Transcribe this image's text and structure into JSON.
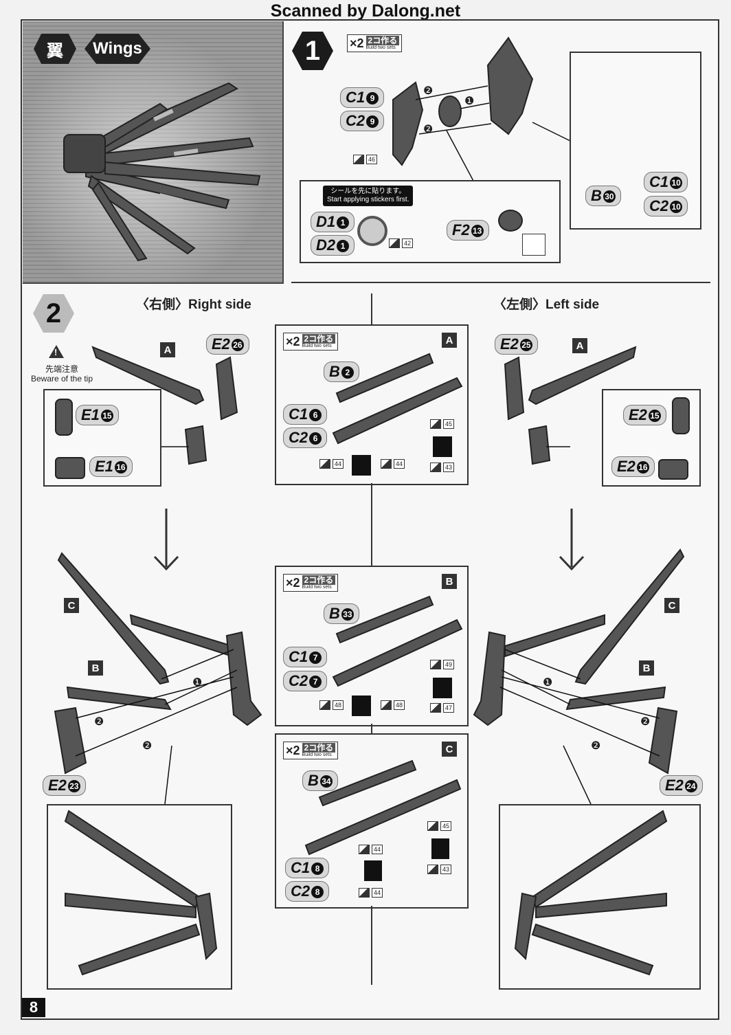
{
  "scan_credit": "Scanned by Dalong.net",
  "page_number": "8",
  "section": {
    "title_jp": "翼",
    "title_en": "Wings"
  },
  "step1": {
    "number": "1",
    "multiplier": "×2",
    "build_jp": "2コ作る",
    "build_en": "Build two sets",
    "arrow_labels": [
      "❷",
      "❶",
      "❷"
    ],
    "parts": [
      {
        "code": "C1",
        "num": "9"
      },
      {
        "code": "C2",
        "num": "9"
      },
      {
        "code": "B",
        "num": "30"
      },
      {
        "code": "C1",
        "num": "10"
      },
      {
        "code": "C2",
        "num": "10"
      },
      {
        "code": "D1",
        "num": "1"
      },
      {
        "code": "D2",
        "num": "1"
      },
      {
        "code": "F2",
        "num": "13"
      }
    ],
    "stickers": [
      "46",
      "42"
    ],
    "sticker_note_jp": "シールを先に貼ります。",
    "sticker_note_en": "Start applying stickers first."
  },
  "step2": {
    "number": "2",
    "caution_jp": "先端注意",
    "caution_en": "Beware of the tip",
    "right_side": "〈右側〉Right side",
    "left_side": "〈左側〉Left side",
    "right_parts": [
      {
        "code": "E2",
        "num": "26"
      },
      {
        "code": "E1",
        "num": "15"
      },
      {
        "code": "E1",
        "num": "16"
      },
      {
        "code": "E2",
        "num": "23"
      }
    ],
    "left_parts": [
      {
        "code": "E2",
        "num": "25"
      },
      {
        "code": "E2",
        "num": "15"
      },
      {
        "code": "E2",
        "num": "16"
      },
      {
        "code": "E2",
        "num": "24"
      }
    ],
    "labels": {
      "a": "A",
      "b": "B",
      "c": "C"
    },
    "arrow_labels": [
      "❶",
      "❷",
      "❷"
    ],
    "subassemblies": [
      {
        "id": "A",
        "multiplier": "×2",
        "build_jp": "2コ作る",
        "build_en": "Build two sets",
        "parts": [
          {
            "code": "B",
            "num": "2"
          },
          {
            "code": "C1",
            "num": "6"
          },
          {
            "code": "C2",
            "num": "6"
          }
        ],
        "stickers": [
          "45",
          "44",
          "44",
          "43"
        ]
      },
      {
        "id": "B",
        "multiplier": "×2",
        "build_jp": "2コ作る",
        "build_en": "Build two sets",
        "parts": [
          {
            "code": "B",
            "num": "33"
          },
          {
            "code": "C1",
            "num": "7"
          },
          {
            "code": "C2",
            "num": "7"
          }
        ],
        "stickers": [
          "49",
          "48",
          "48",
          "47"
        ]
      },
      {
        "id": "C",
        "multiplier": "×2",
        "build_jp": "2コ作る",
        "build_en": "Build two sets",
        "parts": [
          {
            "code": "B",
            "num": "34"
          },
          {
            "code": "C1",
            "num": "8"
          },
          {
            "code": "C2",
            "num": "8"
          }
        ],
        "stickers": [
          "45",
          "44",
          "44",
          "43"
        ]
      }
    ]
  }
}
